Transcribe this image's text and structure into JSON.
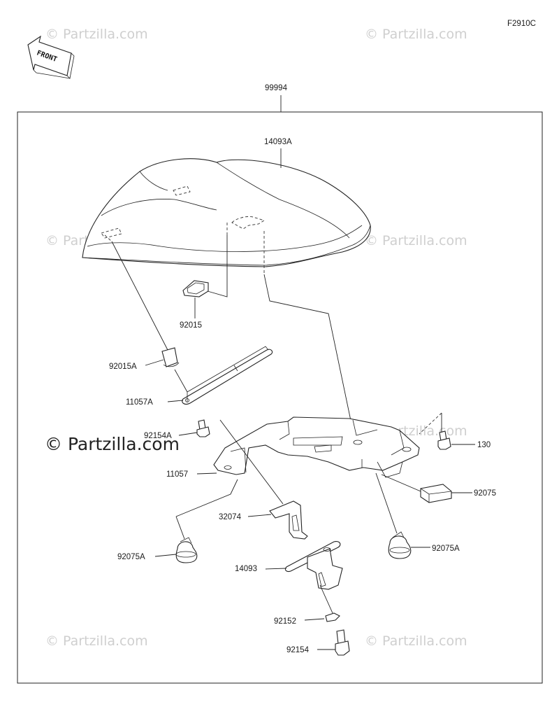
{
  "figure_code": "F2910C",
  "front_label": "FRONT",
  "watermark": {
    "small": "© Partzilla.com",
    "large": "© Partzilla.com"
  },
  "assembly_label": "99994",
  "parts": {
    "p14093A": "14093A",
    "p92015": "92015",
    "p92015A": "92015A",
    "p11057A": "11057A",
    "p92154A": "92154A",
    "p11057": "11057",
    "p130": "130",
    "p92075": "92075",
    "p32074": "32074",
    "p92075A_left": "92075A",
    "p92075A_right": "92075A",
    "p14093": "14093",
    "p92152": "92152",
    "p92154": "92154"
  },
  "colors": {
    "line": "#222222",
    "watermark": "#cfcfcf"
  }
}
